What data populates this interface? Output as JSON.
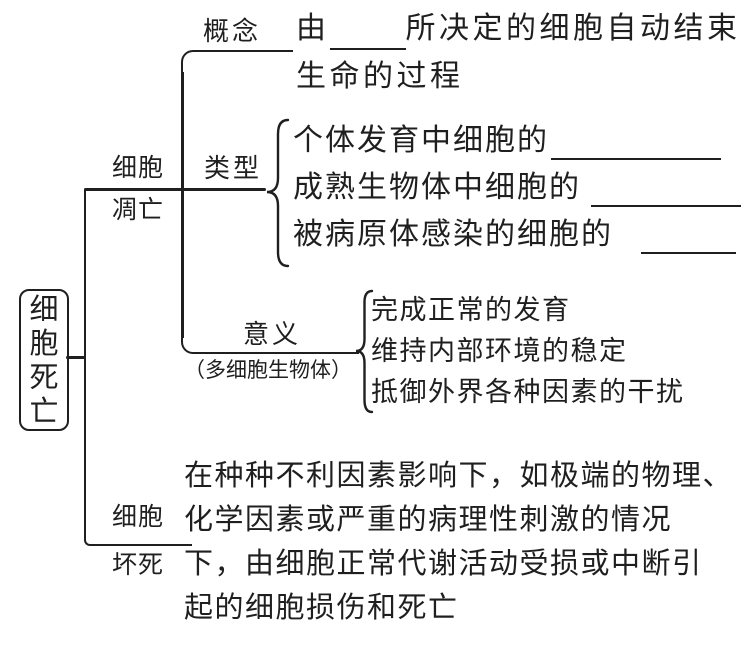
{
  "diagram": {
    "root_label": "细胞死亡",
    "apoptosis": {
      "label_top": "细胞",
      "label_bottom": "凋亡",
      "concept": {
        "label": "概念",
        "prefix": "由",
        "after_blank": "所决定的细胞自动结束",
        "line2": "生命的过程"
      },
      "types": {
        "label": "类型",
        "items": [
          "个体发育中细胞的",
          "成熟生物体中细胞的",
          "被病原体感染的细胞的"
        ]
      },
      "significance": {
        "label": "意义",
        "sublabel": "（多细胞生物体）",
        "items": [
          "完成正常的发育",
          "维持内部环境的稳定",
          "抵御外界各种因素的干扰"
        ]
      }
    },
    "necrosis": {
      "label_top": "细胞",
      "label_bottom": "坏死",
      "lines": [
        "在种种不利因素影响下，如极端的物理、",
        "化学因素或严重的病理性刺激的情况",
        "下，由细胞正常代谢活动受损或中断引",
        "起的细胞损伤和死亡"
      ]
    }
  },
  "colors": {
    "ink": "#1f1f1f",
    "background": "#ffffff"
  }
}
